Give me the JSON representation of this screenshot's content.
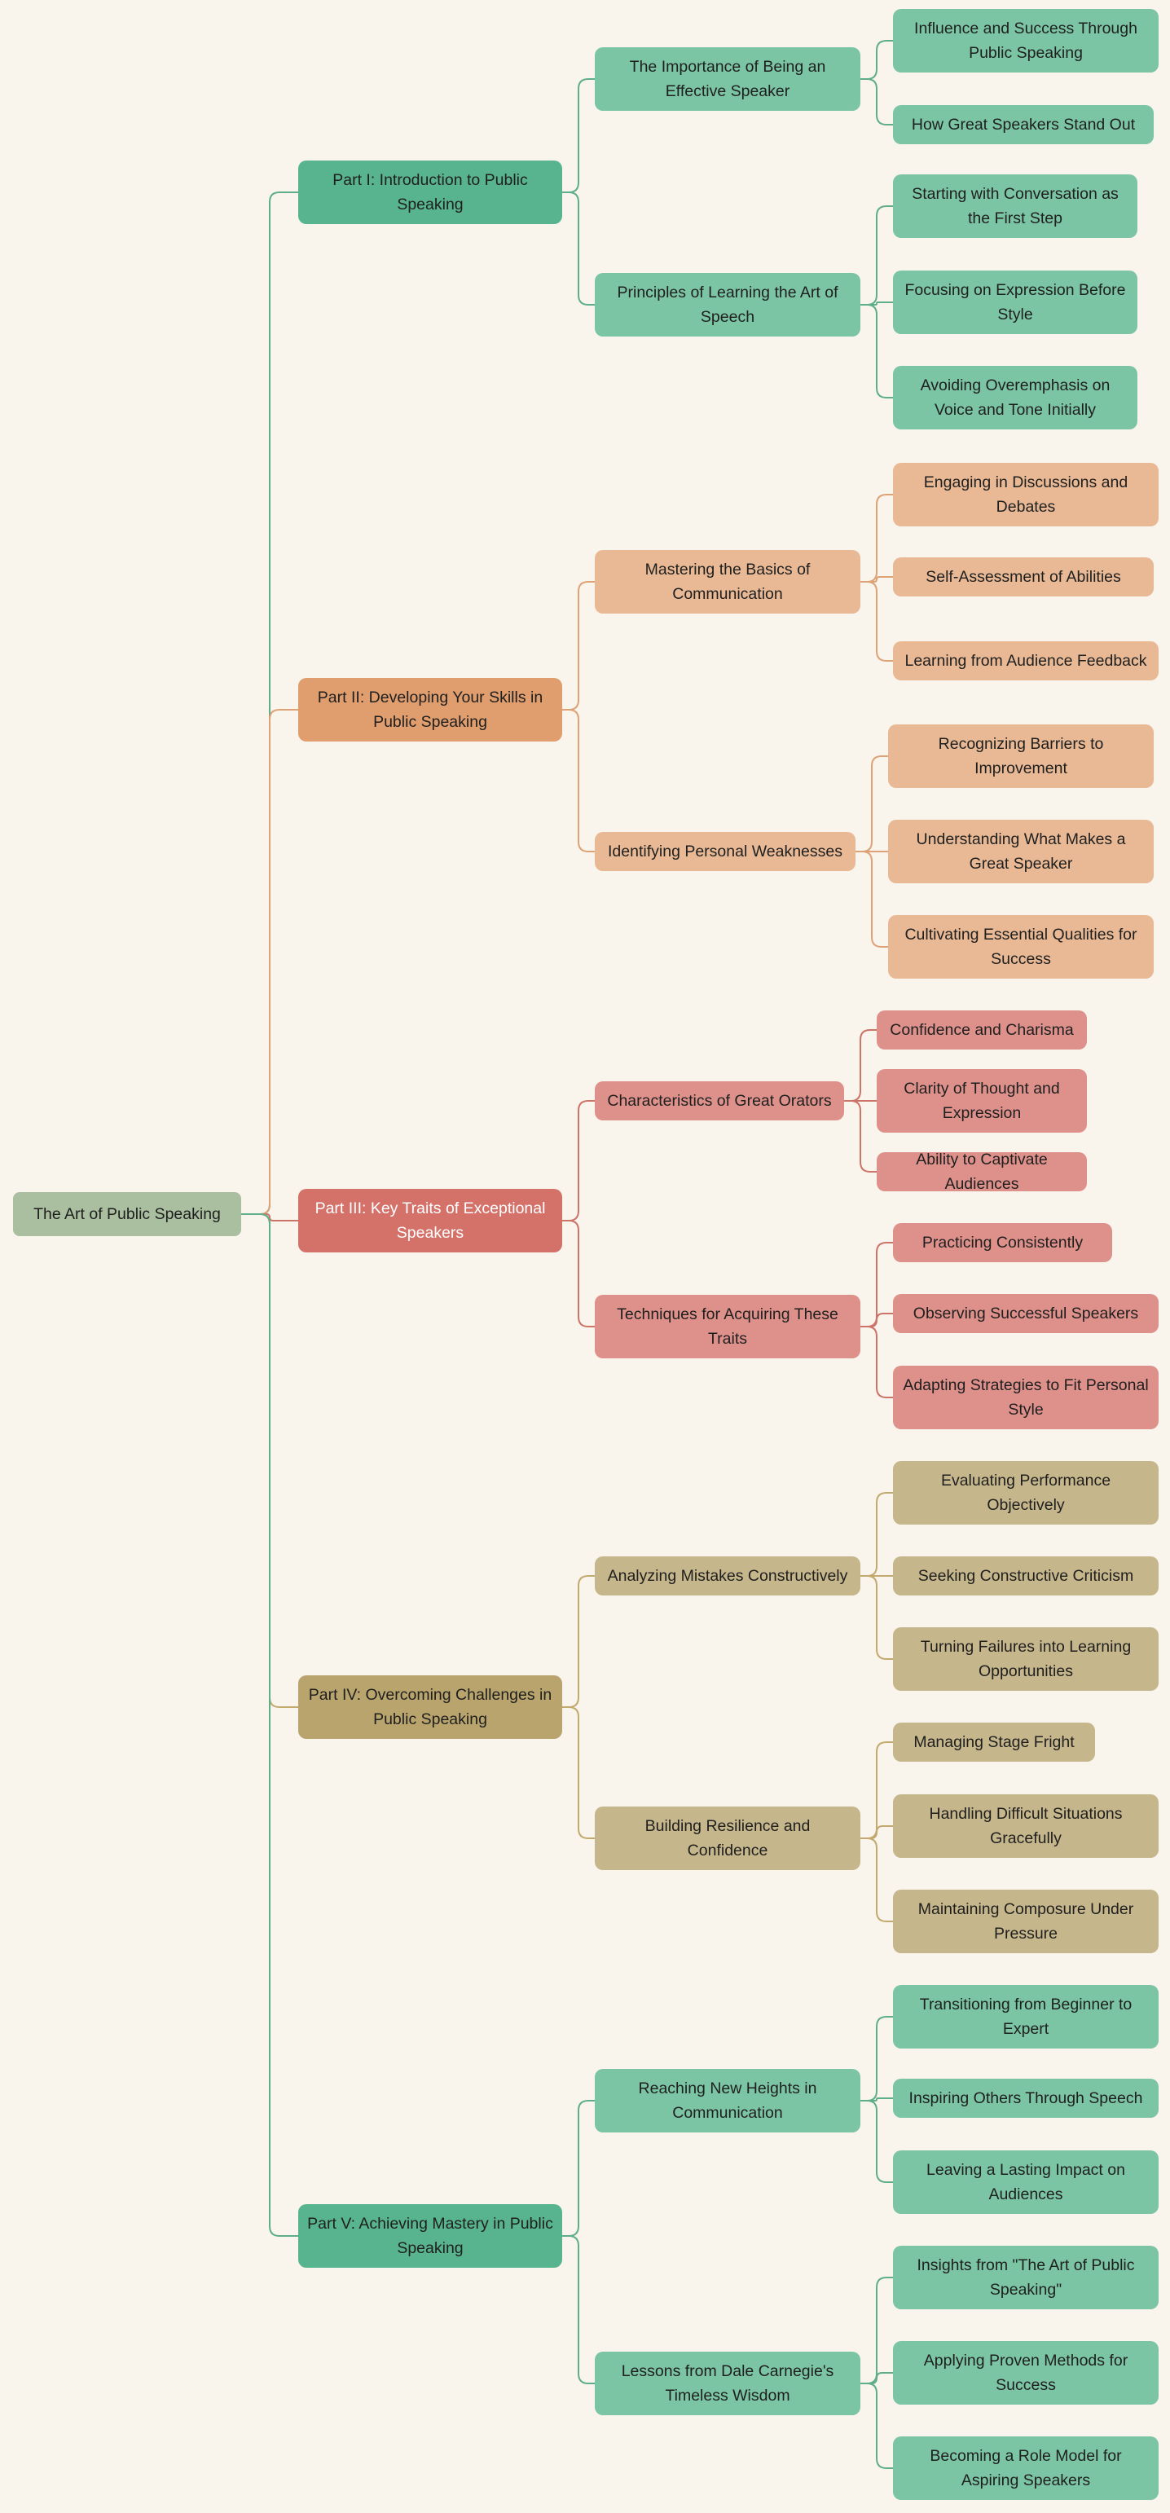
{
  "root": {
    "label": "The Art of Public Speaking"
  },
  "colors": {
    "root": "#a9bf9f",
    "background": "#f9f4ec",
    "branches": {
      "green": {
        "l1": "#58b48f",
        "l2": "#7bc5a5",
        "l3": "#7bc5a5",
        "edge": "#5fae8a",
        "text": "#1f1f1f"
      },
      "orange": {
        "l1": "#e09e6e",
        "l2": "#e8b994",
        "l3": "#e8b994",
        "edge": "#dda276",
        "text": "#1f1f1f"
      },
      "red": {
        "l1": "#d4726a",
        "l2": "#de918b",
        "l3": "#de918b",
        "edge": "#cc7468",
        "text": "#ffffff"
      },
      "khaki": {
        "l1": "#b8a46c",
        "l2": "#c6b68b",
        "l3": "#c6b68b",
        "edge": "#c2aa6e",
        "text": "#1f1f1f"
      }
    }
  },
  "parts": [
    {
      "label": "Part I: Introduction to Public Speaking",
      "color": "green",
      "children": [
        {
          "label": "The Importance of Being an Effective Speaker",
          "children": [
            "Influence and Success Through Public Speaking",
            "How Great Speakers Stand Out"
          ]
        },
        {
          "label": "Principles of Learning the Art of Speech",
          "children": [
            "Starting with Conversation as the First Step",
            "Focusing on Expression Before Style",
            "Avoiding Overemphasis on Voice and Tone Initially"
          ]
        }
      ]
    },
    {
      "label": "Part II: Developing Your Skills in Public Speaking",
      "color": "orange",
      "children": [
        {
          "label": "Mastering the Basics of Communication",
          "children": [
            "Engaging in Discussions and Debates",
            "Self-Assessment of Abilities",
            "Learning from Audience Feedback"
          ]
        },
        {
          "label": "Identifying Personal Weaknesses",
          "children": [
            "Recognizing Barriers to Improvement",
            "Understanding What Makes a Great Speaker",
            "Cultivating Essential Qualities for Success"
          ]
        }
      ]
    },
    {
      "label": "Part III: Key Traits of Exceptional Speakers",
      "color": "red",
      "children": [
        {
          "label": "Characteristics of Great Orators",
          "children": [
            "Confidence and Charisma",
            "Clarity of Thought and Expression",
            "Ability to Captivate Audiences"
          ]
        },
        {
          "label": "Techniques for Acquiring These Traits",
          "children": [
            "Practicing Consistently",
            "Observing Successful Speakers",
            "Adapting Strategies to Fit Personal Style"
          ]
        }
      ]
    },
    {
      "label": "Part IV: Overcoming Challenges in Public Speaking",
      "color": "khaki",
      "children": [
        {
          "label": "Analyzing Mistakes Constructively",
          "children": [
            "Evaluating Performance Objectively",
            "Seeking Constructive Criticism",
            "Turning Failures into Learning Opportunities"
          ]
        },
        {
          "label": "Building Resilience and Confidence",
          "children": [
            "Managing Stage Fright",
            "Handling Difficult Situations Gracefully",
            "Maintaining Composure Under Pressure"
          ]
        }
      ]
    },
    {
      "label": "Part V: Achieving Mastery in Public Speaking",
      "color": "green",
      "children": [
        {
          "label": "Reaching New Heights in Communication",
          "children": [
            "Transitioning from Beginner to Expert",
            "Inspiring Others Through Speech",
            "Leaving a Lasting Impact on Audiences"
          ]
        },
        {
          "label": "Lessons from Dale Carnegie's Timeless Wisdom",
          "children": [
            "Insights from \"The Art of Public Speaking\"",
            "Applying Proven Methods for Success",
            "Becoming a Role Model for Aspiring Speakers"
          ]
        }
      ]
    }
  ]
}
